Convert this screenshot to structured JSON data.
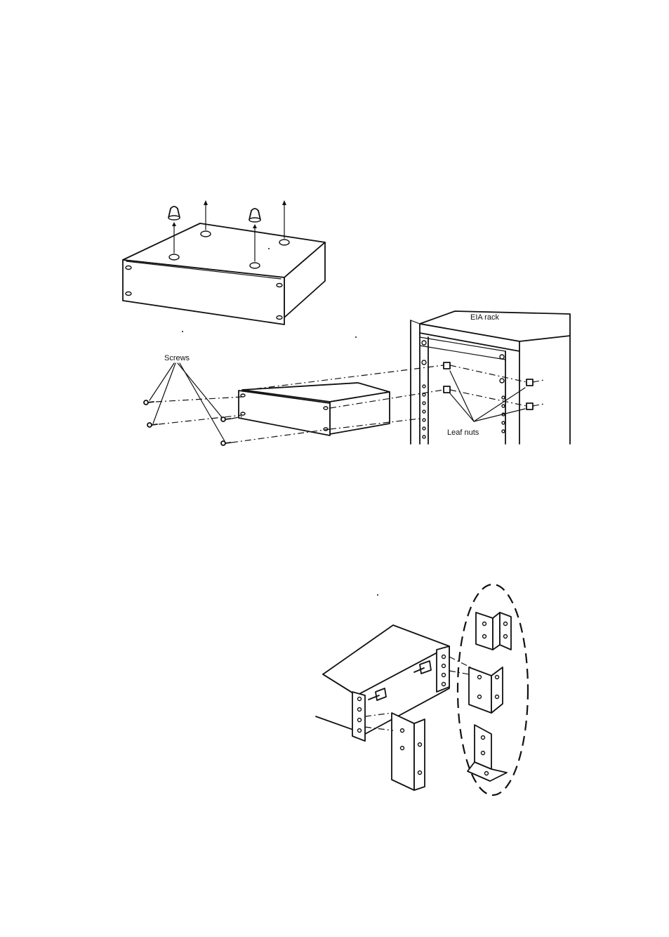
{
  "figure1": {
    "labels": {
      "screws": "Screws",
      "eia_rack": "EIA rack",
      "leaf_nuts": "Leaf nuts"
    }
  },
  "figure2": {}
}
